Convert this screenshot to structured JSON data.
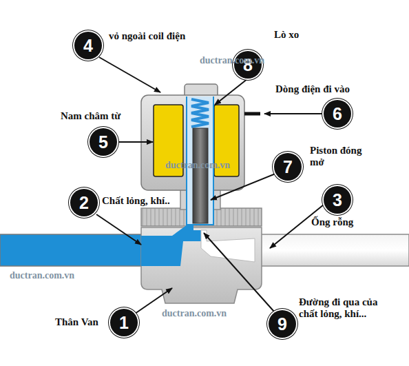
{
  "diagram": {
    "nodes": [
      {
        "text": [
          "4",
          "vỏ ngoài coil điện"
        ]
      },
      {
        "text": [
          "8",
          "Lò xo"
        ]
      },
      {
        "text": [
          "6",
          "Dòng điện đi vào"
        ]
      },
      {
        "text": [
          "5",
          "Nam châm từ"
        ]
      },
      {
        "text": [
          "7",
          "Piston đóng mở"
        ]
      },
      {
        "text": [
          "3",
          "Ống rỗng"
        ]
      },
      {
        "text": [
          "2",
          "Chất lỏng, khí.."
        ]
      },
      {
        "text": [
          "1",
          "Thân Van"
        ]
      },
      {
        "text": [
          "9",
          "Đường đi qua của chất lỏng, khí..."
        ]
      }
    ],
    "labels": [
      "ductran.com.vn",
      "ductran.com.vn",
      "ductran.com.vn",
      "ductran.com.vn"
    ]
  }
}
